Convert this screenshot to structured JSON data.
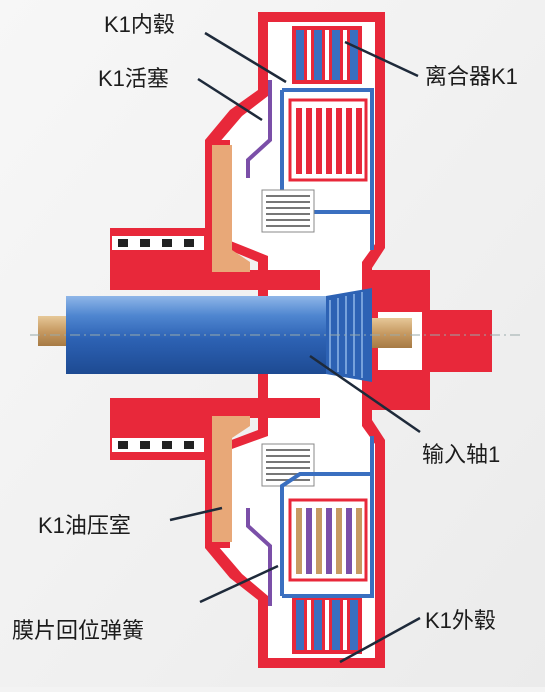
{
  "labels": {
    "k1_inner_hub": "K1内毂",
    "k1_piston": "K1活塞",
    "clutch_k1": "离合器K1",
    "input_shaft_1": "输入轴1",
    "k1_oil_chamber": "K1油压室",
    "diaphragm_return_spring": "膜片回位弹簧",
    "k1_outer_hub": "K1外毂"
  },
  "colors": {
    "housing_red": "#e8283a",
    "shaft_blue": "#3f78c4",
    "shaft_tan": "#c9a06a",
    "piston_orange": "#e8a878",
    "plate_blue": "#3a6fc0",
    "plate_purple": "#7b4fa8",
    "inner_white": "#ffffff",
    "leader_line": "#1e2a3a"
  }
}
